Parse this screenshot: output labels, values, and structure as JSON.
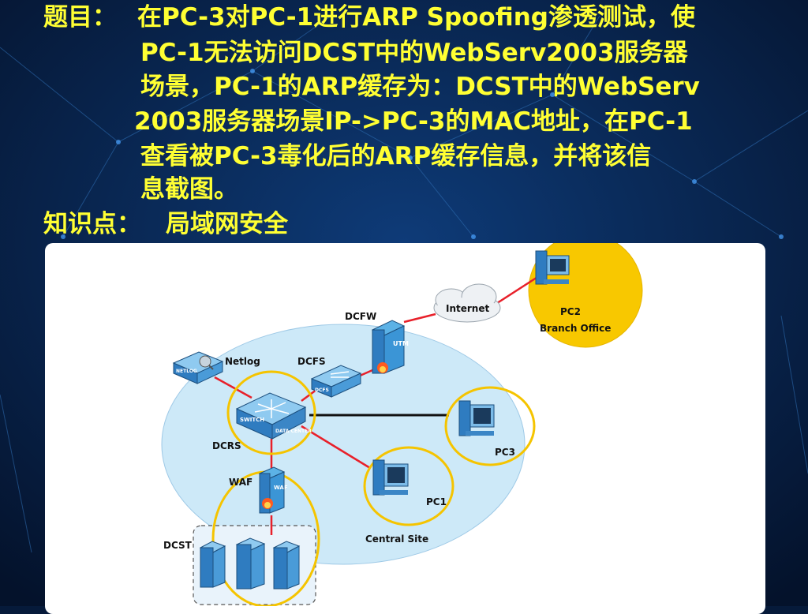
{
  "question": {
    "label": "题目：",
    "lines": [
      "在PC-3对PC-1进行ARP Spoofing渗透测试，使",
      "PC-1无法访问DCST中的WebServ2003服务器",
      "场景，PC-1的ARP缓存为：DCST中的WebServ",
      "2003服务器场景IP->PC-3的MAC地址，在PC-1",
      "查看被PC-3毒化后的ARP缓存信息，并将该信",
      "息截图。"
    ]
  },
  "knowledge": {
    "label": "知识点：",
    "text": "局域网安全"
  },
  "diagram": {
    "nodes": {
      "internet": "Internet",
      "pc2": "PC2",
      "branch_office": "Branch Office",
      "dcfw": "DCFW",
      "dcfw_device": "UTM",
      "netlog": "Netlog",
      "netlog_device": "NETLOG",
      "dcfs": "DCFS",
      "dcfs_device": "DCFS",
      "dcrs": "DCRS",
      "switch_text_1": "SWITCH",
      "switch_text_2": "DATA CENTER",
      "pc3": "PC3",
      "pc1": "PC1",
      "waf": "WAF",
      "waf_device": "WAF",
      "dcst": "DCST",
      "central_site": "Central Site"
    },
    "colors": {
      "link": "#e8202a",
      "trunk": "#111111",
      "highlight": "#f5c400",
      "site": "#cde9f8",
      "branch": "#f8c800"
    }
  }
}
